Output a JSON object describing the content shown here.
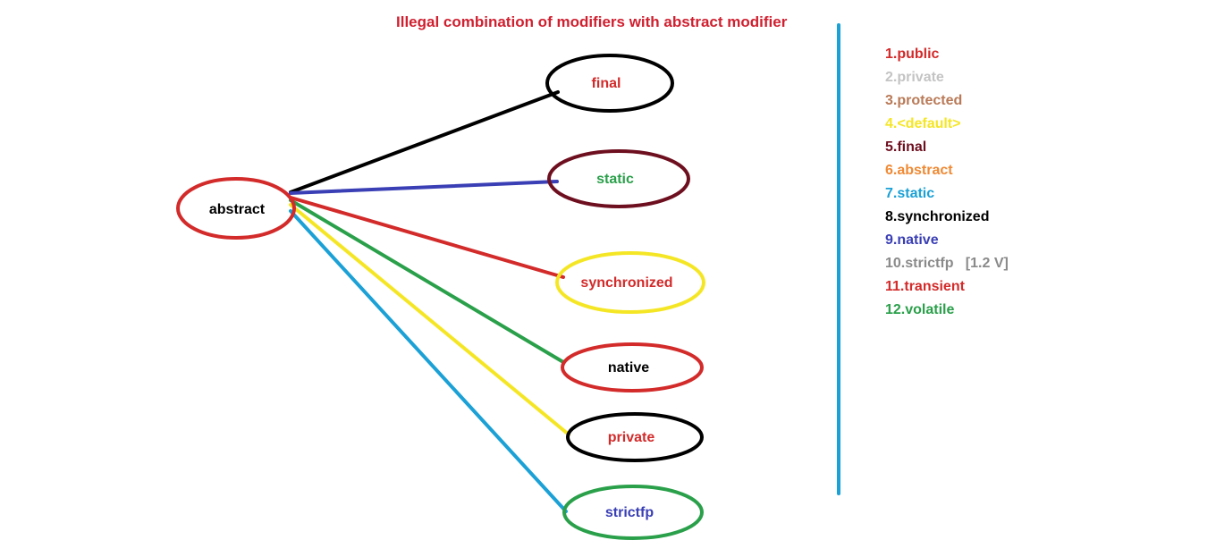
{
  "title": {
    "text": "Illegal combination of modifiers with abstract modifier",
    "color": "#d02030"
  },
  "divider_color": "#1ba1d6",
  "source_node": {
    "label": "abstract",
    "label_color": "#000000",
    "border_color": "#d32a2a"
  },
  "target_nodes": [
    {
      "id": "final",
      "label": "final",
      "label_color": "#d32a2a",
      "border_color": "#000000",
      "edge_color": "#000000"
    },
    {
      "id": "static",
      "label": "static",
      "label_color": "#2aa04a",
      "border_color": "#6e0f1f",
      "edge_color": "#3a3fb5"
    },
    {
      "id": "synchronized",
      "label": "synchronized",
      "label_color": "#d32a2a",
      "border_color": "#f5e625",
      "edge_color": "#d32a2a"
    },
    {
      "id": "native",
      "label": "native",
      "label_color": "#000000",
      "border_color": "#d32a2a",
      "edge_color": "#2aa04a"
    },
    {
      "id": "private",
      "label": "private",
      "label_color": "#d32a2a",
      "border_color": "#000000",
      "edge_color": "#f5e625"
    },
    {
      "id": "strictfp",
      "label": "strictfp",
      "label_color": "#3a3fb5",
      "border_color": "#2aa04a",
      "edge_color": "#1ba1d6"
    }
  ],
  "modifiers": [
    {
      "text": "1.public",
      "color": "#d32a2a"
    },
    {
      "text": "2.private",
      "color": "#c4c4c4"
    },
    {
      "text": "3.protected",
      "color": "#b97a57"
    },
    {
      "text": "4.<default>",
      "color": "#f5e625"
    },
    {
      "text": "5.final",
      "color": "#6e0f1f"
    },
    {
      "text": "6.abstract",
      "color": "#f08a35"
    },
    {
      "text": "7.static",
      "color": "#1ba1d6"
    },
    {
      "text": "8.synchronized",
      "color": "#000000"
    },
    {
      "text": "9.native",
      "color": "#3a3fb5"
    },
    {
      "text": "10.strictfp   [1.2 V]",
      "color": "#8a8a8a"
    },
    {
      "text": "11.transient",
      "color": "#d32a2a"
    },
    {
      "text": "12.volatile",
      "color": "#2aa04a"
    }
  ]
}
